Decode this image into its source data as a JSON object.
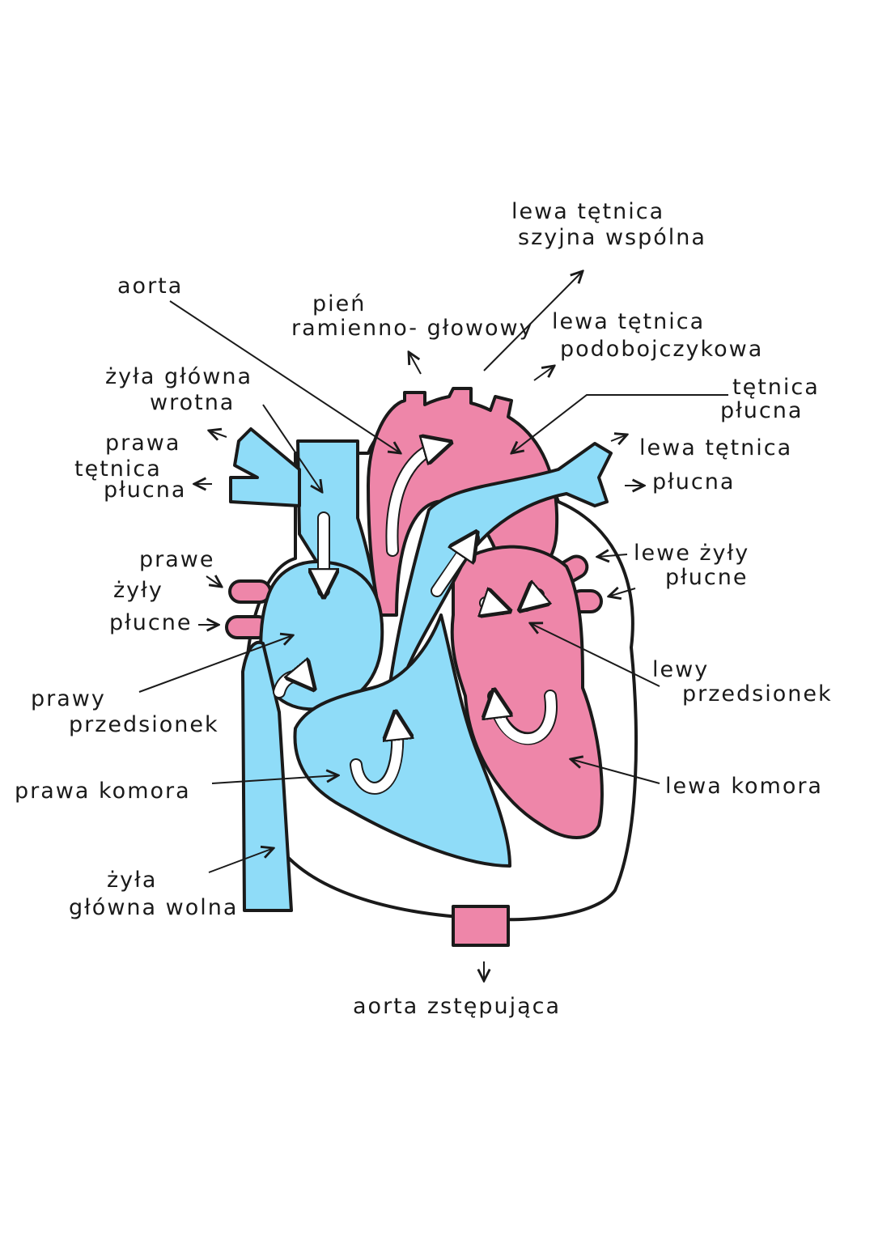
{
  "colors": {
    "deoxygenated_blood": "#8fdcf8",
    "oxygenated_blood": "#ee86a9",
    "outline": "#1a1a1a",
    "background": "#ffffff"
  },
  "labels": {
    "aorta": "aorta",
    "pien_1": "pień",
    "pien_2": "ramienno- głowowy",
    "lewa_szyjna_1": "lewa tętnica",
    "lewa_szyjna_2": "szyjna wspólna",
    "lewa_podobojczykowa_1": "lewa tętnica",
    "lewa_podobojczykowa_2": "podobojczykowa",
    "tetnica_plucna_1": "tętnica",
    "tetnica_plucna_2": "płucna",
    "zyla_glowna_wrotna_1": "żyła główna",
    "zyla_glowna_wrotna_2": "wrotna",
    "prawa_tetnica_plucna_1": "prawa",
    "prawa_tetnica_plucna_2": "tętnica",
    "prawa_tetnica_plucna_3": "płucna",
    "lewa_tetnica_plucna_1": "lewa tętnica",
    "lewa_tetnica_plucna_2": "płucna",
    "prawe_zyly_plucne_1": "prawe",
    "prawe_zyly_plucne_2": "żyły",
    "prawe_zyly_plucne_3": "płucne",
    "lewe_zyly_plucne_1": "lewe żyły",
    "lewe_zyly_plucne_2": "płucne",
    "lewy_przedsionek_1": "lewy",
    "lewy_przedsionek_2": "przedsionek",
    "prawy_przedsionek_1": "prawy",
    "prawy_przedsionek_2": "przedsionek",
    "prawa_komora": "prawa komora",
    "lewa_komora": "lewa komora",
    "zyla_glowna_wolna_1": "żyła",
    "zyla_glowna_wolna_2": "główna wolna",
    "aorta_zstepujaca": "aorta zstępująca"
  }
}
